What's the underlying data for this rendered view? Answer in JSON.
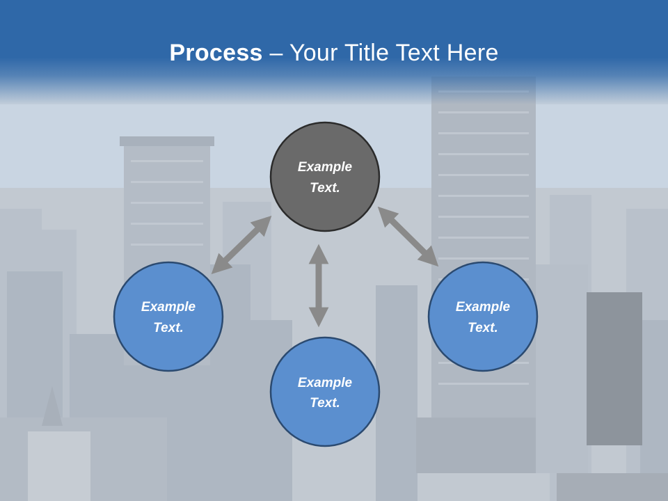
{
  "title": {
    "bold": "Process",
    "separator": " – ",
    "rest": "Your Title Text Here"
  },
  "colors": {
    "header": "#2f68a8",
    "node_blue": "#5b8fcf",
    "node_dark": "#6a6a6a",
    "node_border": "#2b4a70",
    "arrow": "#8a8a8a"
  },
  "nodes": [
    {
      "id": "top",
      "line1": "Example",
      "line2": "Text.",
      "style": "dark"
    },
    {
      "id": "left",
      "line1": "Example",
      "line2": "Text.",
      "style": "blue"
    },
    {
      "id": "bottom",
      "line1": "Example",
      "line2": "Text.",
      "style": "blue"
    },
    {
      "id": "right",
      "line1": "Example",
      "line2": "Text.",
      "style": "blue"
    }
  ]
}
